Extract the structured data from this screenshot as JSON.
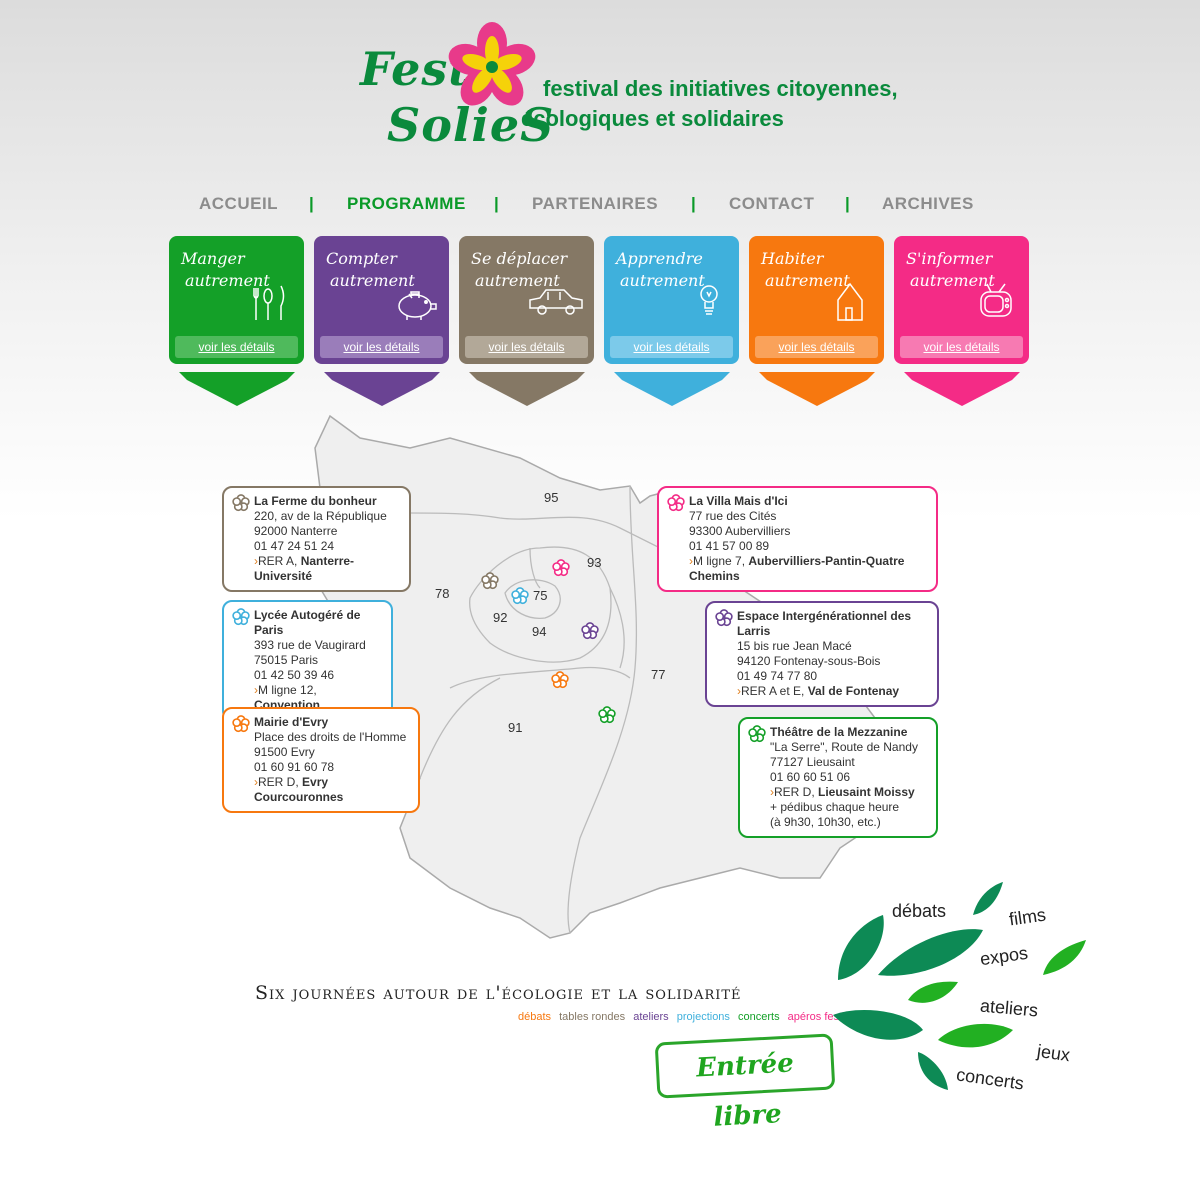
{
  "brand": {
    "word1": "Festí",
    "word2": "SolieS",
    "tagline_line1": "festival des initiatives citoyennes,",
    "tagline_line2": "écologiques et solidaires",
    "colors": {
      "green": "#0a8a3c",
      "flower_pink": "#e83a8a",
      "flower_yellow": "#f5d20a"
    }
  },
  "nav": {
    "items": [
      {
        "label": "ACCUEIL",
        "active": false
      },
      {
        "label": "PROGRAMME",
        "active": true
      },
      {
        "label": "PARTENAIRES",
        "active": false
      },
      {
        "label": "CONTACT",
        "active": false
      },
      {
        "label": "ARCHIVES",
        "active": false
      }
    ],
    "separator": "|"
  },
  "themes": [
    {
      "line1": "Manger",
      "line2": "autrement",
      "icon": "cutlery-icon",
      "button": "voir les détails",
      "color": "#14a028",
      "btn_color": "#4fba5c"
    },
    {
      "line1": "Compter",
      "line2": "autrement",
      "icon": "piggy-bank-icon",
      "button": "voir les détails",
      "color": "#6a4393",
      "btn_color": "#9a7dba"
    },
    {
      "line1": "Se déplacer",
      "line2": "autrement",
      "icon": "car-icon",
      "button": "voir les détails",
      "color": "#857865",
      "btn_color": "#b2a898"
    },
    {
      "line1": "Apprendre",
      "line2": "autrement",
      "icon": "lightbulb-icon",
      "button": "voir les détails",
      "color": "#3fb0dc",
      "btn_color": "#7ccaea"
    },
    {
      "line1": "Habiter",
      "line2": "autrement",
      "icon": "house-icon",
      "button": "voir les détails",
      "color": "#f7780f",
      "btn_color": "#faa25a"
    },
    {
      "line1": "S'informer",
      "line2": "autrement",
      "icon": "tv-icon",
      "button": "voir les détails",
      "color": "#f42b86",
      "btn_color": "#f77ab2"
    }
  ],
  "map": {
    "departments": [
      "95",
      "93",
      "78",
      "75",
      "92",
      "94",
      "77",
      "91"
    ]
  },
  "venues": [
    {
      "name": "La Ferme du bonheur",
      "lines": [
        "220, av de la République",
        "92000 Nanterre",
        "01 47 24 51 24"
      ],
      "transit_prefix": "RER A,",
      "transit_stop": "Nanterre-Université",
      "color": "#857865",
      "icon": "flower-icon"
    },
    {
      "name": "Lycée Autogéré de Paris",
      "lines": [
        "393 rue de Vaugirard",
        "75015 Paris",
        "01 42 50 39 46"
      ],
      "transit_prefix": "M ligne 12,",
      "transit_stop": "Convention",
      "color": "#3fb0dc",
      "icon": "flower-icon"
    },
    {
      "name": "Mairie d'Evry",
      "lines": [
        "Place des droits de l'Homme",
        "91500 Evry",
        "01 60 91 60 78"
      ],
      "transit_prefix": "RER D,",
      "transit_stop": "Evry Courcouronnes",
      "color": "#f7780f",
      "icon": "flower-icon"
    },
    {
      "name": "La Villa Mais d'Ici",
      "lines": [
        "77 rue des Cités",
        "93300 Aubervilliers",
        "01 41 57 00 89"
      ],
      "transit_prefix": "M ligne 7,",
      "transit_stop": "Aubervilliers-Pantin-Quatre Chemins",
      "color": "#f42b86",
      "icon": "flower-icon"
    },
    {
      "name": "Espace Intergénérationnel des Larris",
      "lines": [
        "15 bis rue Jean Macé",
        "94120 Fontenay-sous-Bois",
        "01 49 74 77 80"
      ],
      "transit_prefix": "RER A et E,",
      "transit_stop": "Val de Fontenay",
      "color": "#6a4393",
      "icon": "flower-icon"
    },
    {
      "name": "Théâtre de la Mezzanine",
      "lines": [
        "\"La Serre\", Route de Nandy",
        "77127 Lieusaint",
        "01 60 60 51 06"
      ],
      "transit_prefix": "RER D,",
      "transit_stop": "Lieusaint Moissy",
      "extra": [
        "+ pédibus chaque heure",
        "(à 9h30, 10h30, etc.)"
      ],
      "color": "#14a028",
      "icon": "flower-icon"
    }
  ],
  "footer": {
    "headline": "Six journées autour de l'écologie et la solidarité",
    "activities": [
      {
        "label": "débats",
        "color": "#f7780f"
      },
      {
        "label": "tables rondes",
        "color": "#857865"
      },
      {
        "label": "ateliers",
        "color": "#6a4393"
      },
      {
        "label": "projections",
        "color": "#3fb0dc"
      },
      {
        "label": "concerts",
        "color": "#14a028"
      },
      {
        "label": "apéros festifs...",
        "color": "#f42b86"
      }
    ],
    "entree": "Entrée libre",
    "leaf_words": [
      "débats",
      "films",
      "expos",
      "ateliers",
      "jeux",
      "concerts"
    ]
  }
}
